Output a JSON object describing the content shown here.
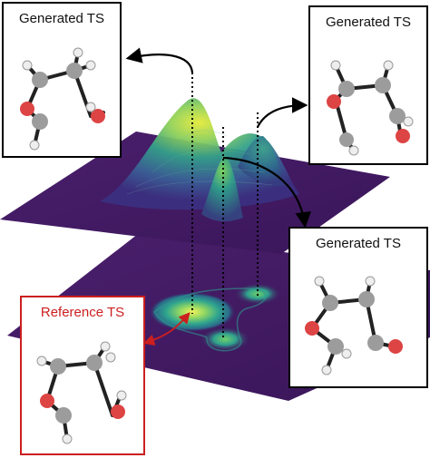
{
  "panels": {
    "top_left": {
      "label": "Generated TS"
    },
    "top_right": {
      "label": "Generated TS"
    },
    "mid_right": {
      "label": "Generated TS"
    },
    "bottom_left": {
      "label": "Reference TS"
    }
  },
  "colors": {
    "generated_border": "#000000",
    "reference_border": "#cc1f1f",
    "reference_label": "#cc1f1f",
    "plane": "#3b1a5c",
    "surface_low": "#3a2f85",
    "surface_mid": "#2f8f8c",
    "surface_high": "#d8e23a",
    "contour_glow": "#e5ec52",
    "oxygen_atom": "#dd4444",
    "carbon_atom": "#9a9a9a",
    "hydrogen_atom": "#f2f2f2"
  },
  "icons": {
    "arrow": "curved-arrow-icon",
    "molecule": "ball-and-stick-molecule-icon"
  }
}
